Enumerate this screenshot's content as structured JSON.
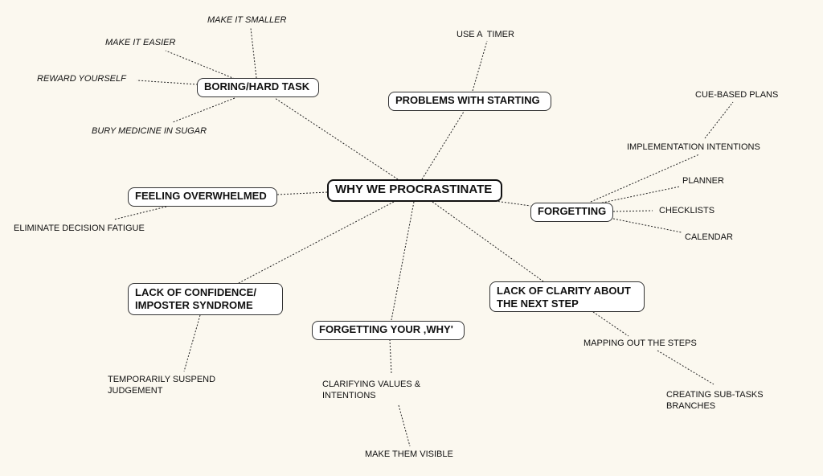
{
  "center": "WHY WE PROCRASTINATE",
  "branches": {
    "boring": "BORING/HARD TASK",
    "starting": "PROBLEMS WITH STARTING",
    "overwhelmed": "FEELING OVERWHELMED",
    "forgetting": "FORGETTING",
    "confidence_line1": "LACK OF CONFIDENCE/",
    "confidence_line2": "IMPOSTER SYNDROME",
    "why": "FORGETTING YOUR ‚WHY'",
    "clarity_line1": "LACK OF CLARITY ABOUT",
    "clarity_line2": "THE NEXT STEP"
  },
  "leaves": {
    "make_smaller": "MAKE IT SMALLER",
    "make_easier": "MAKE IT EASIER",
    "reward": "REWARD YOURSELF",
    "bury_medicine": "BURY MEDICINE IN SUGAR",
    "timer": "USE A  TIMER",
    "cue_plans": "CUE-BASED PLANS",
    "impl_intentions": "IMPLEMENTATION INTENTIONS",
    "planner": "PLANNER",
    "checklists": "CHECKLISTS",
    "calendar": "CALENDAR",
    "decision_fatigue": "ELIMINATE DECISION FATIGUE",
    "suspend_line1": "TEMPORARILY SUSPEND",
    "suspend_line2": "JUDGEMENT",
    "values_line1": "CLARIFYING VALUES &",
    "values_line2": "INTENTIONS",
    "visible": "MAKE THEM VISIBLE",
    "mapping": "MAPPING OUT THE STEPS",
    "subtasks_line1": "CREATING SUB-TASKS",
    "subtasks_line2": "BRANCHES"
  }
}
